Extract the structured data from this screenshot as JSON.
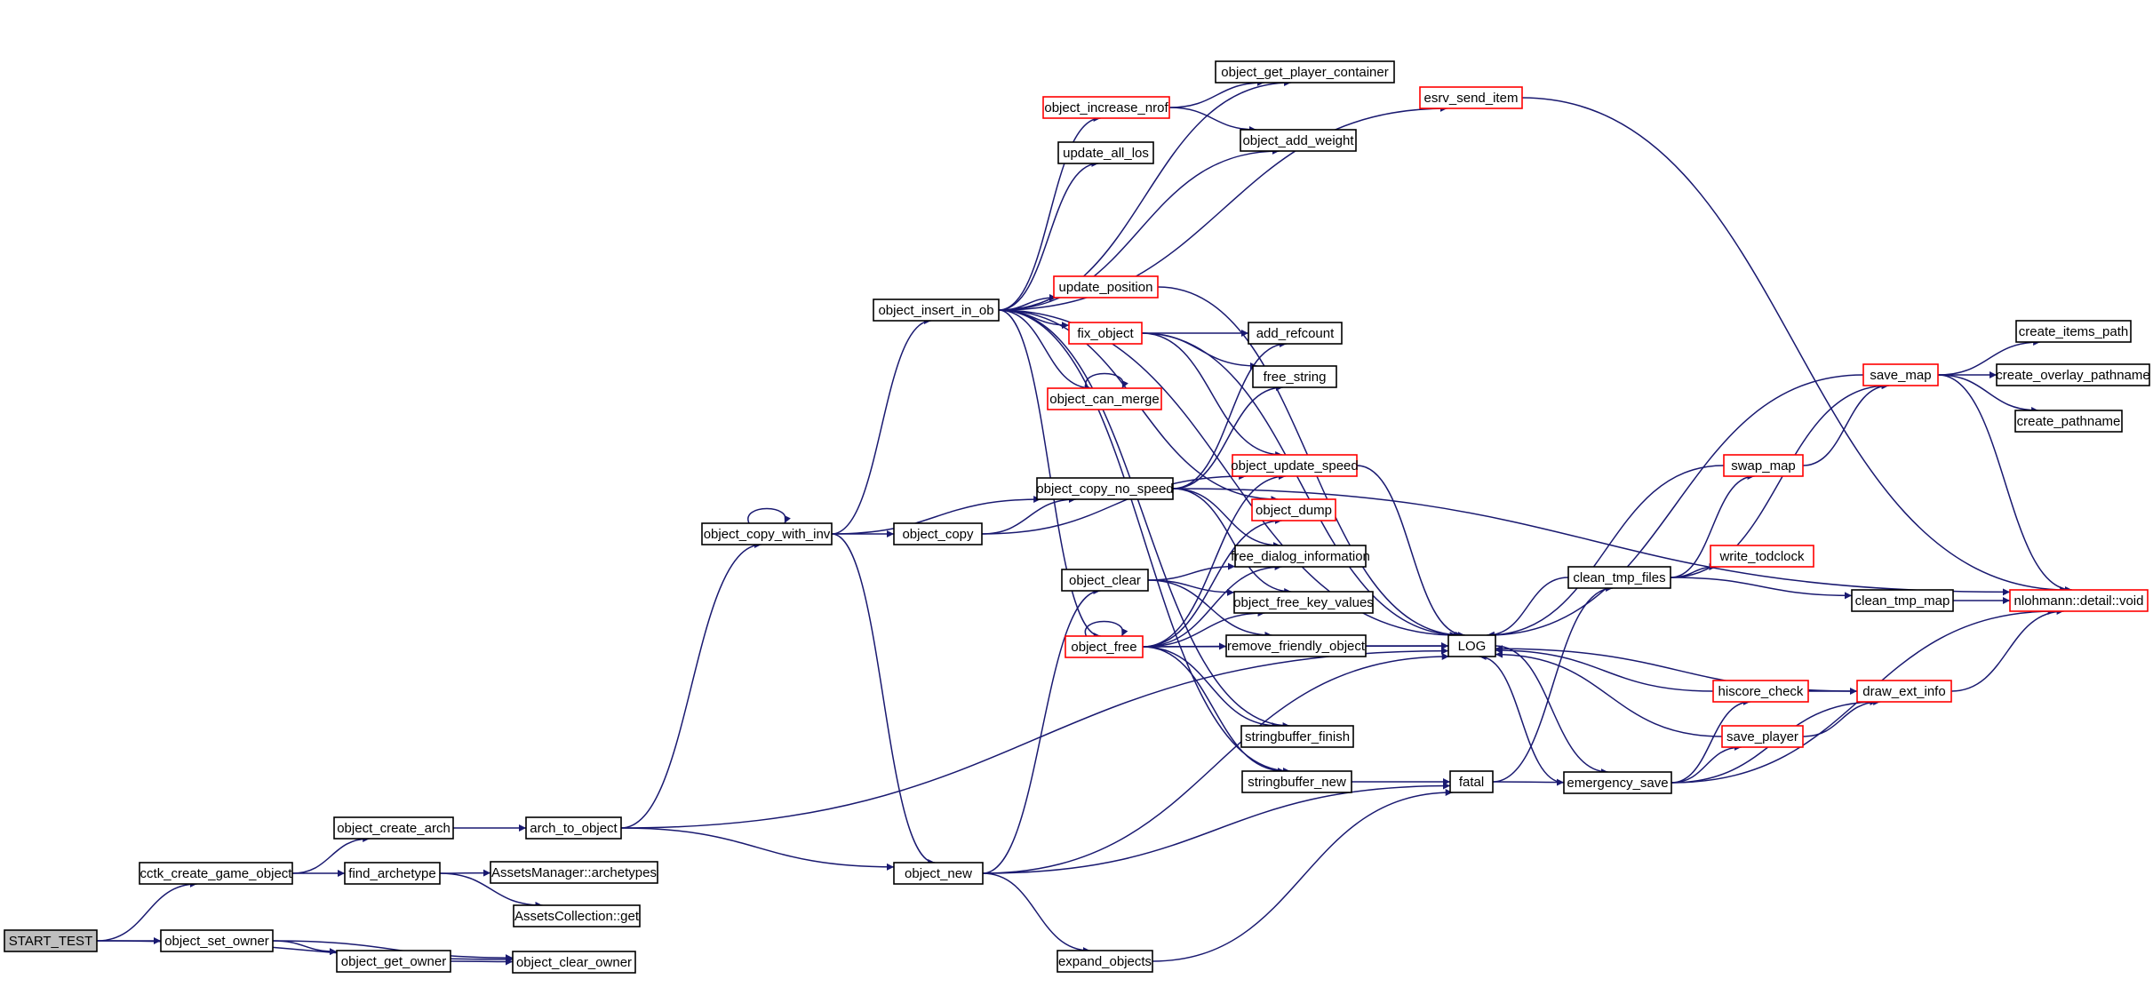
{
  "nodes": [
    {
      "id": "start_test",
      "label": "START_TEST",
      "outline": "root"
    },
    {
      "id": "cctk_create_game_object",
      "label": "cctk_create_game_object",
      "outline": "black"
    },
    {
      "id": "object_set_owner",
      "label": "object_set_owner",
      "outline": "black"
    },
    {
      "id": "object_create_arch",
      "label": "object_create_arch",
      "outline": "black"
    },
    {
      "id": "find_archetype",
      "label": "find_archetype",
      "outline": "black"
    },
    {
      "id": "object_get_owner",
      "label": "object_get_owner",
      "outline": "black"
    },
    {
      "id": "object_clear_owner",
      "label": "object_clear_owner",
      "outline": "black"
    },
    {
      "id": "arch_to_object",
      "label": "arch_to_object",
      "outline": "black"
    },
    {
      "id": "assets_manager_archetypes",
      "label": "AssetsManager::archetypes",
      "outline": "black"
    },
    {
      "id": "assets_collection_get",
      "label": "AssetsCollection::get",
      "outline": "black"
    },
    {
      "id": "object_copy_with_inv",
      "label": "object_copy_with_inv",
      "outline": "black"
    },
    {
      "id": "object_new",
      "label": "object_new",
      "outline": "black"
    },
    {
      "id": "object_insert_in_ob",
      "label": "object_insert_in_ob",
      "outline": "black"
    },
    {
      "id": "object_copy",
      "label": "object_copy",
      "outline": "black"
    },
    {
      "id": "object_increase_nrof",
      "label": "object_increase_nrof",
      "outline": "red"
    },
    {
      "id": "update_all_los",
      "label": "update_all_los",
      "outline": "black"
    },
    {
      "id": "update_position",
      "label": "update_position",
      "outline": "red"
    },
    {
      "id": "fix_object",
      "label": "fix_object",
      "outline": "red"
    },
    {
      "id": "object_can_merge",
      "label": "object_can_merge",
      "outline": "red"
    },
    {
      "id": "object_copy_no_speed",
      "label": "object_copy_no_speed",
      "outline": "black"
    },
    {
      "id": "object_clear",
      "label": "object_clear",
      "outline": "black"
    },
    {
      "id": "object_free",
      "label": "object_free",
      "outline": "red"
    },
    {
      "id": "expand_objects",
      "label": "expand_objects",
      "outline": "black"
    },
    {
      "id": "object_get_player_container",
      "label": "object_get_player_container",
      "outline": "black"
    },
    {
      "id": "object_add_weight",
      "label": "object_add_weight",
      "outline": "black"
    },
    {
      "id": "add_refcount",
      "label": "add_refcount",
      "outline": "black"
    },
    {
      "id": "free_string",
      "label": "free_string",
      "outline": "black"
    },
    {
      "id": "object_update_speed",
      "label": "object_update_speed",
      "outline": "red"
    },
    {
      "id": "object_dump",
      "label": "object_dump",
      "outline": "red"
    },
    {
      "id": "free_dialog_information",
      "label": "free_dialog_information",
      "outline": "black"
    },
    {
      "id": "object_free_key_values",
      "label": "object_free_key_values",
      "outline": "black"
    },
    {
      "id": "remove_friendly_object",
      "label": "remove_friendly_object",
      "outline": "black"
    },
    {
      "id": "stringbuffer_finish",
      "label": "stringbuffer_finish",
      "outline": "black"
    },
    {
      "id": "stringbuffer_new",
      "label": "stringbuffer_new",
      "outline": "black"
    },
    {
      "id": "esrv_send_item",
      "label": "esrv_send_item",
      "outline": "red"
    },
    {
      "id": "log",
      "label": "LOG",
      "outline": "black"
    },
    {
      "id": "fatal",
      "label": "fatal",
      "outline": "black"
    },
    {
      "id": "clean_tmp_files",
      "label": "clean_tmp_files",
      "outline": "black"
    },
    {
      "id": "emergency_save",
      "label": "emergency_save",
      "outline": "black"
    },
    {
      "id": "swap_map",
      "label": "swap_map",
      "outline": "red"
    },
    {
      "id": "write_todclock",
      "label": "write_todclock",
      "outline": "red"
    },
    {
      "id": "hiscore_check",
      "label": "hiscore_check",
      "outline": "red"
    },
    {
      "id": "save_player",
      "label": "save_player",
      "outline": "red"
    },
    {
      "id": "save_map",
      "label": "save_map",
      "outline": "red"
    },
    {
      "id": "clean_tmp_map",
      "label": "clean_tmp_map",
      "outline": "black"
    },
    {
      "id": "draw_ext_info",
      "label": "draw_ext_info",
      "outline": "red"
    },
    {
      "id": "create_items_path",
      "label": "create_items_path",
      "outline": "black"
    },
    {
      "id": "create_overlay_pathname",
      "label": "create_overlay_pathname",
      "outline": "black"
    },
    {
      "id": "create_pathname",
      "label": "create_pathname",
      "outline": "black"
    },
    {
      "id": "nlohmann_detail_void",
      "label": "nlohmann::detail::void",
      "outline": "red"
    }
  ],
  "edges": [
    [
      "start_test",
      "cctk_create_game_object"
    ],
    [
      "start_test",
      "object_set_owner"
    ],
    [
      "start_test",
      "object_clear_owner"
    ],
    [
      "cctk_create_game_object",
      "object_create_arch"
    ],
    [
      "cctk_create_game_object",
      "find_archetype"
    ],
    [
      "object_set_owner",
      "object_get_owner"
    ],
    [
      "object_set_owner",
      "object_clear_owner"
    ],
    [
      "object_get_owner",
      "object_clear_owner"
    ],
    [
      "object_create_arch",
      "arch_to_object"
    ],
    [
      "find_archetype",
      "assets_manager_archetypes"
    ],
    [
      "find_archetype",
      "assets_collection_get"
    ],
    [
      "arch_to_object",
      "object_copy_with_inv"
    ],
    [
      "arch_to_object",
      "object_new"
    ],
    [
      "arch_to_object",
      "log"
    ],
    [
      "object_copy_with_inv",
      "object_copy_with_inv"
    ],
    [
      "object_copy_with_inv",
      "object_insert_in_ob"
    ],
    [
      "object_copy_with_inv",
      "object_copy_no_speed"
    ],
    [
      "object_copy_with_inv",
      "object_copy"
    ],
    [
      "object_copy_with_inv",
      "object_new"
    ],
    [
      "object_new",
      "object_clear"
    ],
    [
      "object_new",
      "log"
    ],
    [
      "object_new",
      "fatal"
    ],
    [
      "object_new",
      "expand_objects"
    ],
    [
      "expand_objects",
      "fatal"
    ],
    [
      "object_insert_in_ob",
      "esrv_send_item"
    ],
    [
      "object_insert_in_ob",
      "object_get_player_container"
    ],
    [
      "object_insert_in_ob",
      "object_increase_nrof"
    ],
    [
      "object_insert_in_ob",
      "update_all_los"
    ],
    [
      "object_insert_in_ob",
      "object_add_weight"
    ],
    [
      "object_insert_in_ob",
      "log"
    ],
    [
      "object_insert_in_ob",
      "update_position"
    ],
    [
      "object_insert_in_ob",
      "fix_object"
    ],
    [
      "object_insert_in_ob",
      "object_can_merge"
    ],
    [
      "object_insert_in_ob",
      "object_dump"
    ],
    [
      "object_insert_in_ob",
      "object_free"
    ],
    [
      "object_insert_in_ob",
      "stringbuffer_finish"
    ],
    [
      "object_insert_in_ob",
      "stringbuffer_new"
    ],
    [
      "object_increase_nrof",
      "object_get_player_container"
    ],
    [
      "object_increase_nrof",
      "object_add_weight"
    ],
    [
      "update_position",
      "log"
    ],
    [
      "fix_object",
      "add_refcount"
    ],
    [
      "fix_object",
      "free_string"
    ],
    [
      "fix_object",
      "object_update_speed"
    ],
    [
      "fix_object",
      "log"
    ],
    [
      "object_can_merge",
      "object_can_merge"
    ],
    [
      "object_copy",
      "object_copy_no_speed"
    ],
    [
      "object_copy",
      "object_update_speed"
    ],
    [
      "object_copy_no_speed",
      "add_refcount"
    ],
    [
      "object_copy_no_speed",
      "free_string"
    ],
    [
      "object_copy_no_speed",
      "nlohmann_detail_void"
    ],
    [
      "object_copy_no_speed",
      "free_dialog_information"
    ],
    [
      "object_copy_no_speed",
      "object_free_key_values"
    ],
    [
      "object_clear",
      "free_dialog_information"
    ],
    [
      "object_clear",
      "object_free_key_values"
    ],
    [
      "object_clear",
      "remove_friendly_object"
    ],
    [
      "object_free",
      "object_free"
    ],
    [
      "object_free",
      "object_update_speed"
    ],
    [
      "object_free",
      "object_dump"
    ],
    [
      "object_free",
      "free_dialog_information"
    ],
    [
      "object_free",
      "object_free_key_values"
    ],
    [
      "object_free",
      "remove_friendly_object"
    ],
    [
      "object_free",
      "log"
    ],
    [
      "object_free",
      "stringbuffer_finish"
    ],
    [
      "object_free",
      "stringbuffer_new"
    ],
    [
      "object_update_speed",
      "log"
    ],
    [
      "remove_friendly_object",
      "log"
    ],
    [
      "stringbuffer_new",
      "fatal"
    ],
    [
      "esrv_send_item",
      "nlohmann_detail_void"
    ],
    [
      "log",
      "emergency_save"
    ],
    [
      "fatal",
      "clean_tmp_files"
    ],
    [
      "fatal",
      "emergency_save"
    ],
    [
      "emergency_save",
      "log"
    ],
    [
      "emergency_save",
      "hiscore_check"
    ],
    [
      "emergency_save",
      "save_player"
    ],
    [
      "emergency_save",
      "draw_ext_info"
    ],
    [
      "emergency_save",
      "nlohmann_detail_void"
    ],
    [
      "clean_tmp_files",
      "log"
    ],
    [
      "clean_tmp_files",
      "swap_map"
    ],
    [
      "clean_tmp_files",
      "save_map"
    ],
    [
      "clean_tmp_files",
      "write_todclock"
    ],
    [
      "clean_tmp_files",
      "clean_tmp_map"
    ],
    [
      "swap_map",
      "log"
    ],
    [
      "swap_map",
      "save_map"
    ],
    [
      "save_map",
      "log"
    ],
    [
      "save_map",
      "create_items_path"
    ],
    [
      "save_map",
      "create_overlay_pathname"
    ],
    [
      "save_map",
      "create_pathname"
    ],
    [
      "save_map",
      "nlohmann_detail_void"
    ],
    [
      "hiscore_check",
      "log"
    ],
    [
      "hiscore_check",
      "draw_ext_info"
    ],
    [
      "save_player",
      "log"
    ],
    [
      "save_player",
      "draw_ext_info"
    ],
    [
      "draw_ext_info",
      "log"
    ],
    [
      "draw_ext_info",
      "nlohmann_detail_void"
    ],
    [
      "clean_tmp_map",
      "nlohmann_detail_void"
    ]
  ],
  "colors": {
    "edge": "#191970",
    "red_outline": "#ff0000",
    "black_outline": "#000000",
    "root_fill": "#bfbfbf"
  }
}
